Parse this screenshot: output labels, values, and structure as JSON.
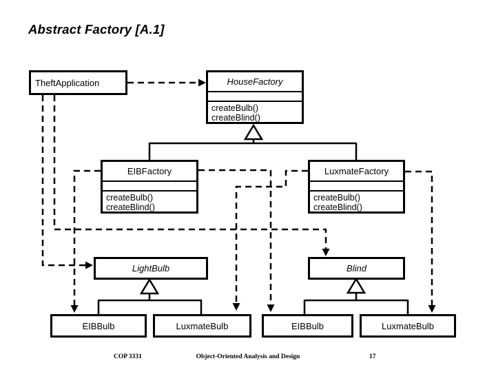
{
  "title": "Abstract Factory [A.1]",
  "diagram": {
    "classes": {
      "theft_application": {
        "name": "TheftApplication"
      },
      "house_factory": {
        "name": "HouseFactory",
        "methods": [
          "createBulb()",
          "createBlind()"
        ]
      },
      "eib_factory": {
        "name": "EIBFactory",
        "methods": [
          "createBulb()",
          "createBlind()"
        ]
      },
      "luxmate_factory": {
        "name": "LuxmateFactory",
        "methods": [
          "createBulb()",
          "createBlind()"
        ]
      },
      "light_bulb": {
        "name": "LightBulb"
      },
      "blind": {
        "name": "Blind"
      },
      "eib_bulb_left": {
        "name": "EIBBulb"
      },
      "luxmate_bulb_left": {
        "name": "LuxmateBulb"
      },
      "eib_bulb_right": {
        "name": "EIBBulb"
      },
      "luxmate_bulb_right": {
        "name": "LuxmateBulb"
      }
    },
    "relations": {
      "dependencies": [
        "TheftApplication -> HouseFactory",
        "TheftApplication -> LightBulb",
        "TheftApplication -> Blind",
        "EIBFactory -> EIBBulb (left)",
        "EIBFactory -> EIBBulb (right)",
        "LuxmateFactory -> LuxmateBulb (left)",
        "LuxmateFactory -> LuxmateBulb (right)"
      ],
      "generalizations": [
        "EIBFactory, LuxmateFactory -> HouseFactory",
        "EIBBulb, LuxmateBulb -> LightBulb",
        "EIBBulb, LuxmateBulb -> Blind"
      ]
    }
  },
  "footer": {
    "course": "COP 3331",
    "center": "Object-Oriented Analysis and Design",
    "page": "17"
  },
  "colors": {
    "line": "#000000",
    "background": "#ffffff"
  }
}
